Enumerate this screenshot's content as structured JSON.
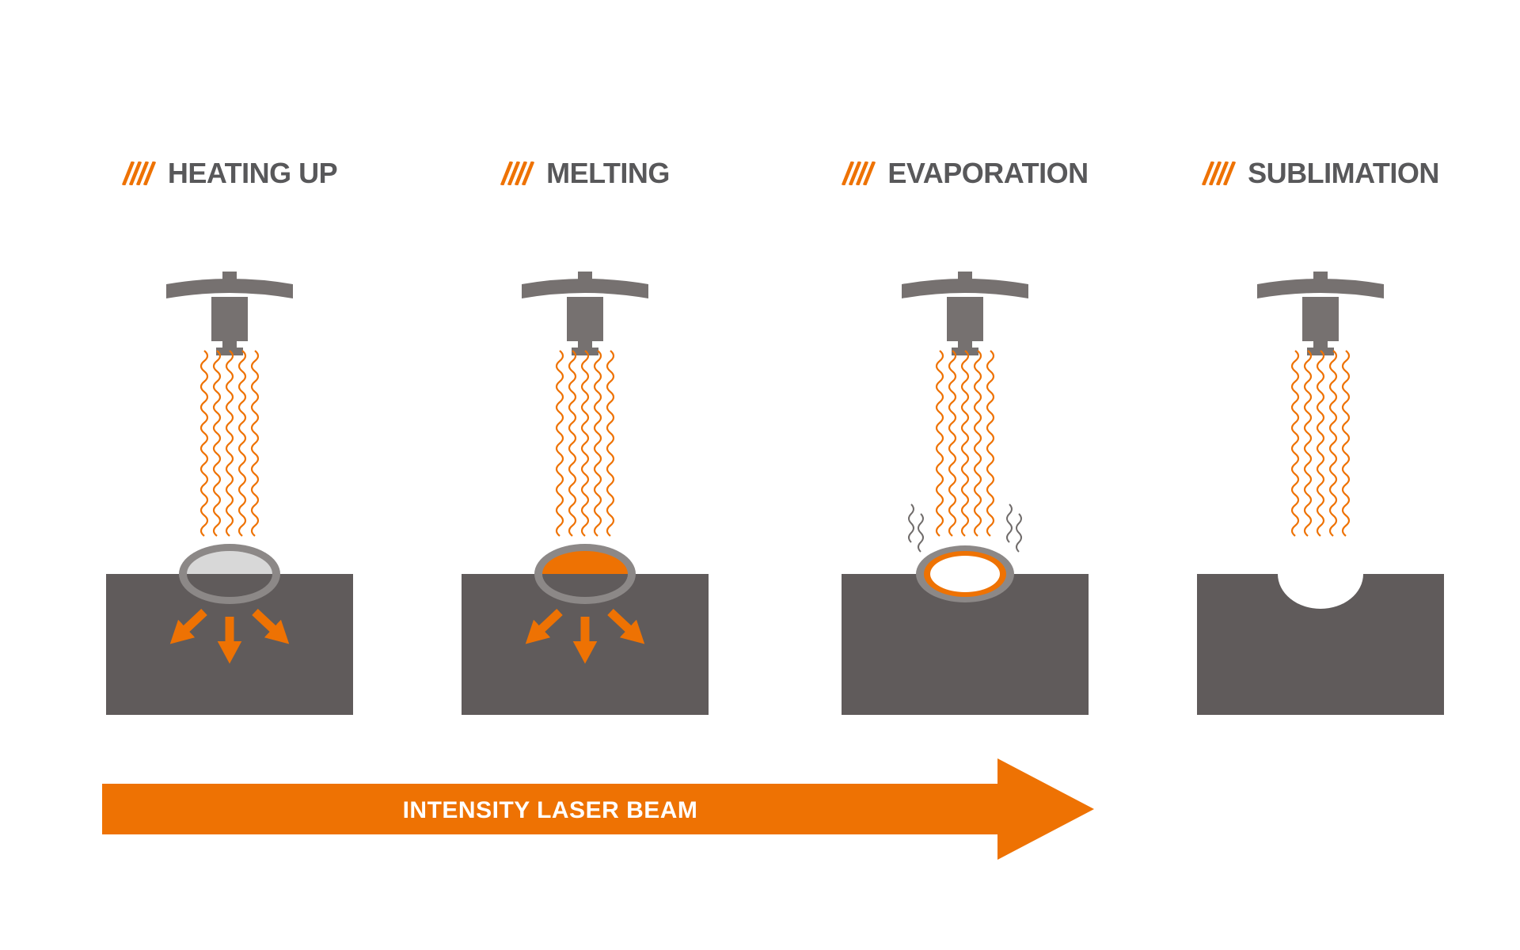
{
  "panels": [
    {
      "label": "HEATING UP",
      "variant": "heating"
    },
    {
      "label": "MELTING",
      "variant": "melting"
    },
    {
      "label": "EVAPORATION",
      "variant": "evaporation"
    },
    {
      "label": "SUBLIMATION",
      "variant": "sublimation"
    }
  ],
  "intensity_arrow": {
    "label": "INTENSITY LASER BEAM"
  },
  "icons": {
    "slashes": "orange-slashes-icon",
    "laser_head": "laser-head-icon",
    "laser_beam": "wavy-laser-beam",
    "vapor": "vapor-squiggle-lines",
    "heat_arrows": "heat-spread-arrows",
    "intensity_arrow": "right-arrow"
  },
  "colors": {
    "orange": "#EE7203",
    "block_gray": "#605B5B",
    "head_gray": "#767170",
    "ring_gray": "#8C8887",
    "dome_light": "#D8D8D8",
    "title_gray": "#58585A",
    "vapor_gray": "#706C6B",
    "background": "#FFFFFF"
  }
}
